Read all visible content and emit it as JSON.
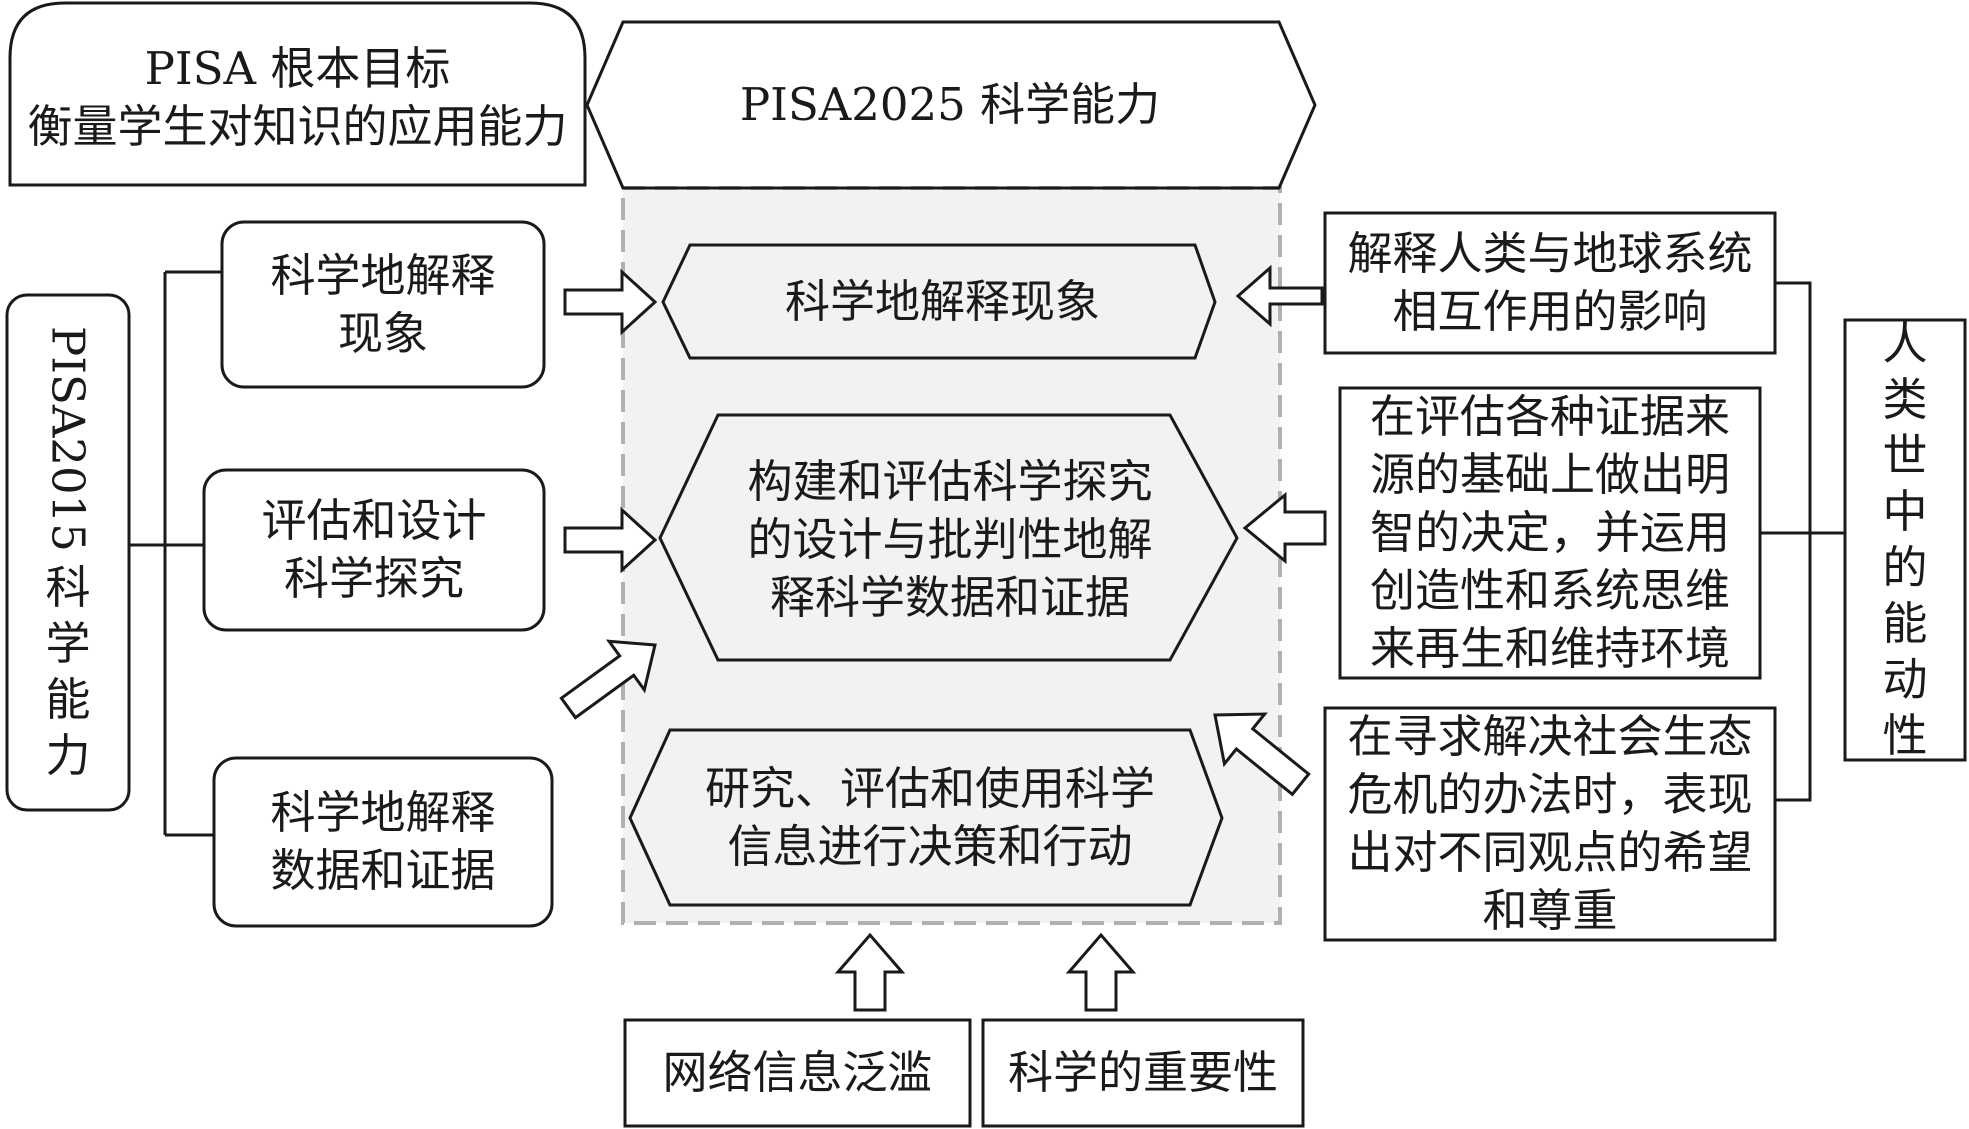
{
  "top_left_box": {
    "line1": "PISA 根本目标",
    "line2": "衡量学生对知识的应用能力"
  },
  "center_header": "PISA2025 科学能力",
  "left_vertical_label": "PISA2015 科学能力",
  "left_boxes": [
    "科学地解释\n现象",
    "评估和设计\n科学探究",
    "科学地解释\n数据和证据"
  ],
  "center_hexagons": [
    "科学地解释现象",
    "构建和评估科学探究\n的设计与批判性地解\n释科学数据和证据",
    "研究、评估和使用科学\n信息进行决策和行动"
  ],
  "right_boxes": [
    "解释人类与地球系统\n相互作用的影响",
    "在评估各种证据来\n源的基础上做出明\n智的决定，并运用\n创造性和系统思维\n来再生和维持环境",
    "在寻求解决社会生态\n危机的办法时，表现\n出对不同观点的希望\n和尊重"
  ],
  "right_vertical_label": "人类世中的能动性",
  "bottom_boxes": [
    "网络信息泛滥",
    "科学的重要性"
  ]
}
